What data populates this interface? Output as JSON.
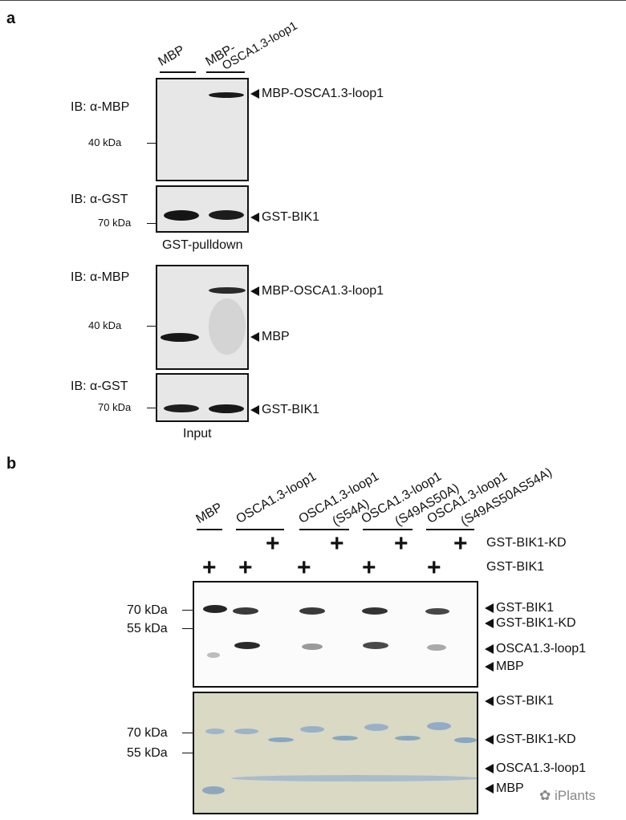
{
  "panel_a": {
    "label": "a",
    "lanes": [
      "MBP",
      "MBP-",
      "OSCA1.3-loop1"
    ],
    "ib_mbp": "IB: α-MBP",
    "ib_gst": "IB: α-GST",
    "ib_mbp_2": "IB: α-MBP",
    "ib_gst_2": "IB: α-GST",
    "marker_40": "40 kDa",
    "marker_70": "70 kDa",
    "marker_40_2": "40 kDa",
    "marker_70_2": "70 kDa",
    "arrow_mbp_osca": "MBP-OSCA1.3-loop1",
    "arrow_gst_bik1": "GST-BIK1",
    "pulldown_caption": "GST-pulldown",
    "arrow_mbp_osca_2": "MBP-OSCA1.3-loop1",
    "arrow_mbp": "MBP",
    "arrow_gst_bik1_2": "GST-BIK1",
    "input_caption": "Input"
  },
  "panel_b": {
    "label": "b",
    "lane_mbp": "MBP",
    "lane_osca": "OSCA1.3-loop1",
    "lane_s54a_1": "OSCA1.3-loop1",
    "lane_s54a_2": "(S54A)",
    "lane_s49_1": "OSCA1.3-loop1",
    "lane_s49_2": "(S49AS50A)",
    "lane_s49s54_1": "OSCA1.3-loop1",
    "lane_s49s54_2": "(S49AS50AS54A)",
    "row_kd": "GST-BIK1-KD",
    "row_bik1": "GST-BIK1",
    "plus": "+",
    "marker_70": "70 kDa",
    "marker_55": "55 kDa",
    "marker_70_2": "70 kDa",
    "marker_55_2": "55 kDa",
    "top_arrows": [
      "GST-BIK1",
      "GST-BIK1-KD",
      "OSCA1.3-loop1",
      "MBP"
    ],
    "bottom_arrows": [
      "GST-BIK1",
      "GST-BIK1-KD",
      "OSCA1.3-loop1",
      "MBP"
    ]
  },
  "watermark": "iPlants"
}
